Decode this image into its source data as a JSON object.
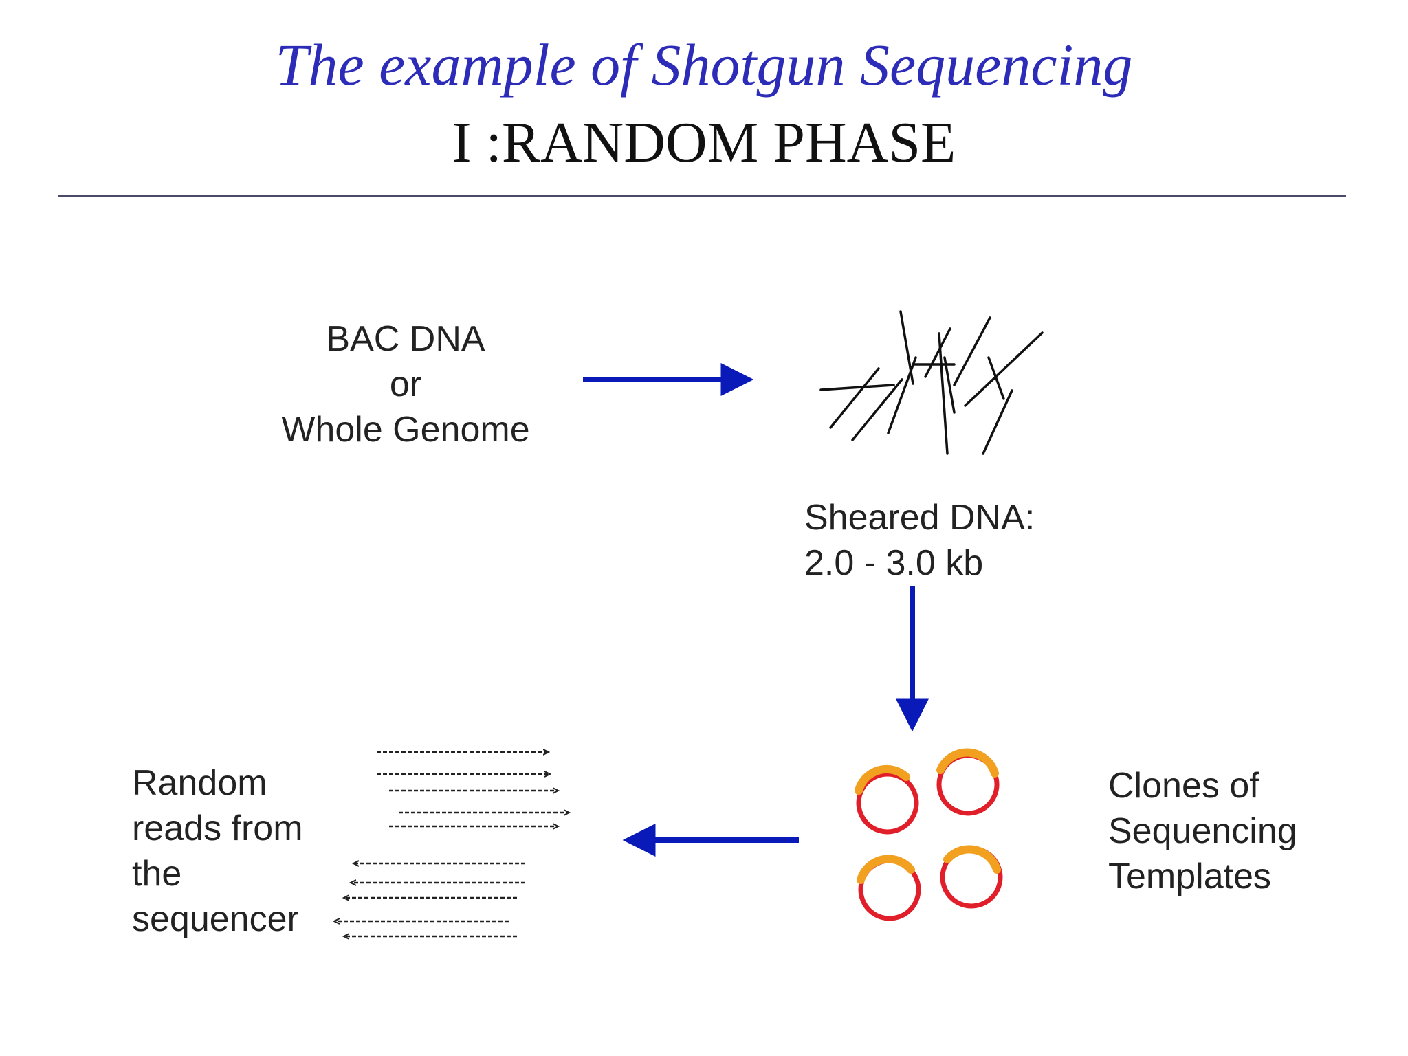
{
  "title": "The example of Shotgun Sequencing",
  "subtitle": "I :RANDOM PHASE",
  "source": {
    "line1": "BAC DNA",
    "line2": "or",
    "line3": "Whole Genome"
  },
  "sheared": {
    "line1": "Sheared DNA:",
    "line2": "2.0  -  3.0  kb"
  },
  "clones": {
    "line1": "Clones of",
    "line2": "Sequencing",
    "line3": "Templates"
  },
  "reads": {
    "line1": "Random",
    "line2": "reads  from",
    "line3": "the",
    "line4": "sequencer"
  },
  "colors": {
    "title": "#2c2cb8",
    "arrow": "#0a1ab8",
    "plasmid_ring": "#e01f2a",
    "plasmid_insert": "#f2a020",
    "fragments": "#111111",
    "reads": "#222222"
  },
  "icons": {
    "sheared_dna": "sheared-dna-fragments-icon",
    "plasmid": "plasmid-circle-icon",
    "forward_read": "dashed-arrow-right-icon",
    "reverse_read": "dashed-arrow-left-icon"
  }
}
